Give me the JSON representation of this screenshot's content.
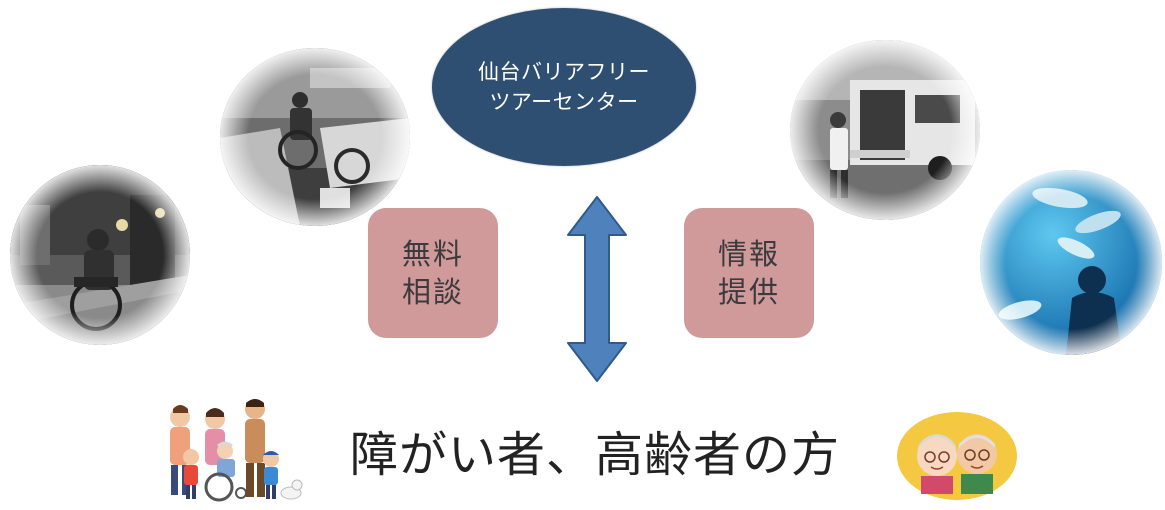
{
  "center": {
    "line1": "仙台バリアフリー",
    "line2": "ツアーセンター"
  },
  "services": {
    "consultation": {
      "line1": "無料",
      "line2": "相談"
    },
    "information": {
      "line1": "情報",
      "line2": "提供"
    }
  },
  "target": {
    "caption": "障がい者、高齢者の方"
  },
  "colors": {
    "ellipse": "#2f4f72",
    "service_box": "#cf9a99",
    "arrow": "#4f81bd",
    "arrow_outline": "#2f5a8c"
  },
  "photos": [
    "wheelchair-hotel-lobby-photo",
    "wheelchair-hotel-room-photo",
    "wheelchair-accessible-van-photo",
    "aquarium-dolphins-photo"
  ],
  "illustrations": [
    "family-with-wheelchair-illustration",
    "elderly-couple-illustration"
  ]
}
